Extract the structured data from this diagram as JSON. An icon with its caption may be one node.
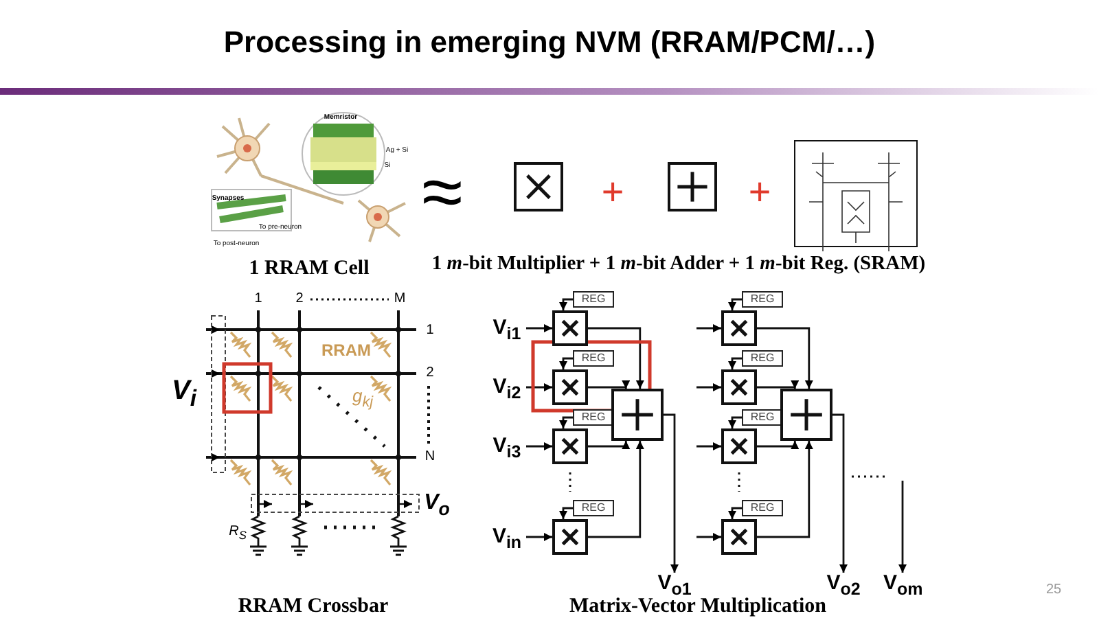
{
  "diagram": {
    "title": "Processing in emerging NVM (RRAM/PCM/…)",
    "nodes": [
      {
        "text": [],
        "shape": "picture",
        "beside": [
          "1 RRAM Cell"
        ]
      },
      {
        "text": [],
        "shape": "box"
      },
      {
        "text": [],
        "shape": "box"
      },
      {
        "text": [],
        "shape": "picture"
      },
      {
        "text": [
          "V$_{i1}$"
        ]
      },
      {
        "text": [
          "REG"
        ]
      },
      {
        "text": [],
        "shape": "box"
      },
      {
        "text": [
          "V$_{i2}$"
        ]
      },
      {
        "text": [
          "REG"
        ]
      },
      {
        "text": [],
        "shape": "box"
      },
      {
        "text": [
          "V$_{i3}$"
        ]
      },
      {
        "text": [
          "REG"
        ]
      },
      {
        "text": [],
        "shape": "box"
      },
      {
        "text": [
          "V$_{in}$"
        ]
      },
      {
        "text": [
          "REG"
        ]
      },
      {
        "text": [],
        "shape": "box"
      },
      {
        "text": [],
        "shape": "box"
      },
      {
        "text": [
          "V$_{o1}$"
        ]
      },
      {
        "text": [
          "REG"
        ]
      },
      {
        "text": [],
        "shape": "box"
      },
      {
        "text": [
          "REG"
        ]
      },
      {
        "text": [],
        "shape": "box"
      },
      {
        "text": [
          "REG"
        ]
      },
      {
        "text": [],
        "shape": "box"
      },
      {
        "text": [
          "REG"
        ]
      },
      {
        "text": [],
        "shape": "box"
      },
      {
        "text": [],
        "shape": "box"
      },
      {
        "text": [
          "V$_{o2}$"
        ]
      },
      {
        "text": [
          "V$_{om}$"
        ]
      }
    ],
    "edges": [
      {
        "from": 4,
        "to": 6,
        "arrow": "to"
      },
      {
        "from": 5,
        "to": 6,
        "arrow": "to"
      },
      {
        "from": 6,
        "to": 16,
        "arrow": "to"
      },
      {
        "from": 7,
        "to": 9,
        "arrow": "to"
      },
      {
        "from": 8,
        "to": 9,
        "arrow": "to"
      },
      {
        "from": 9,
        "to": 16,
        "arrow": "to"
      },
      {
        "from": 10,
        "to": 12,
        "arrow": "to"
      },
      {
        "from": 11,
        "to": 12,
        "arrow": "to"
      },
      {
        "from": 12,
        "to": 16,
        "arrow": "to"
      },
      {
        "from": 13,
        "to": 15,
        "arrow": "to"
      },
      {
        "from": 14,
        "to": 15,
        "arrow": "to"
      },
      {
        "from": 15,
        "to": 16,
        "arrow": "to"
      },
      {
        "from": 16,
        "to": 17,
        "arrow": "to"
      },
      {
        "from": null,
        "to": 19,
        "arrow": "to"
      },
      {
        "from": 18,
        "to": 19,
        "arrow": "to"
      },
      {
        "from": 19,
        "to": 26,
        "arrow": "to"
      },
      {
        "from": null,
        "to": 21,
        "arrow": "to"
      },
      {
        "from": 20,
        "to": 21,
        "arrow": "to"
      },
      {
        "from": 21,
        "to": 26,
        "arrow": "to"
      },
      {
        "from": null,
        "to": 23,
        "arrow": "to"
      },
      {
        "from": 22,
        "to": 23,
        "arrow": "to"
      },
      {
        "from": 23,
        "to": 26,
        "arrow": "to"
      },
      {
        "from": null,
        "to": 25,
        "arrow": "to"
      },
      {
        "from": 24,
        "to": 25,
        "arrow": "to"
      },
      {
        "from": 25,
        "to": 26,
        "arrow": "to"
      },
      {
        "from": 26,
        "to": 27,
        "arrow": "to"
      },
      {
        "from": null,
        "to": 28,
        "arrow": "to"
      }
    ],
    "labels": [
      "Memristor",
      "Ag + Si",
      "Si",
      "Synapses",
      "To pre-neuron",
      "To post-neuron",
      "≈",
      "+",
      "+",
      "1 *m*-bit Multiplier + 1 *m*-bit Adder + 1 *m*-bit Reg. (SRAM)",
      "1",
      "2",
      "M",
      "1",
      "RRAM",
      "2",
      "V$_{i}$",
      "g$_{kj}$",
      "N",
      "V$_{o}$",
      "R$_{S}$",
      "RRAM Crossbar",
      "Matrix-Vector Multiplication",
      "25"
    ]
  }
}
